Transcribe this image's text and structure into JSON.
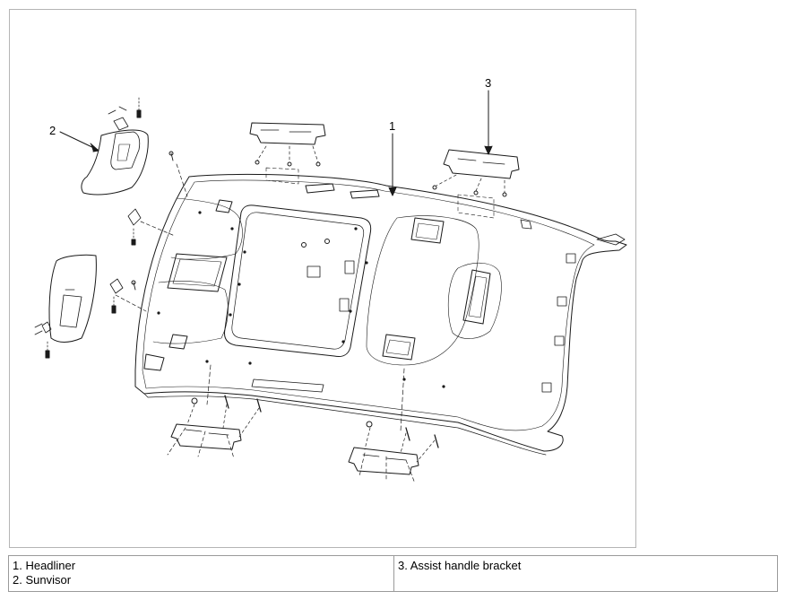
{
  "diagram": {
    "callouts": [
      {
        "number": "1",
        "part": "headliner"
      },
      {
        "number": "2",
        "part": "sunvisor"
      },
      {
        "number": "3",
        "part": "assist-handle-bracket"
      }
    ]
  },
  "legend": {
    "left": [
      "1. Headliner",
      "2. Sunvisor"
    ],
    "right": [
      "3. Assist handle bracket"
    ]
  }
}
